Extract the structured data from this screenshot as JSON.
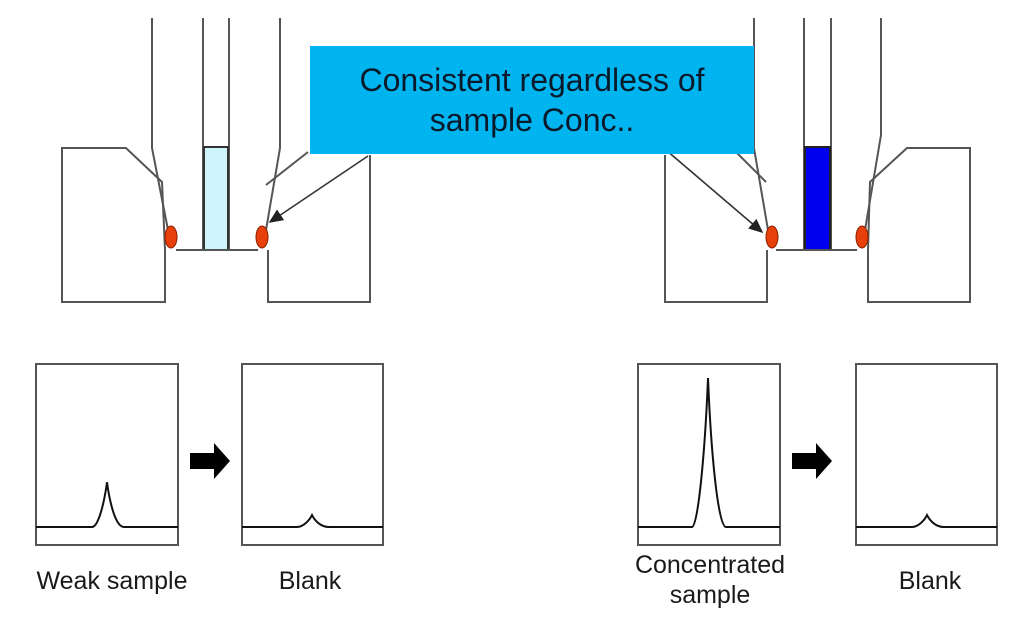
{
  "callout": {
    "line1": "Consistent regardless of",
    "line2": "sample Conc..",
    "color": "#00b4f0"
  },
  "injectors": [
    {
      "name": "left",
      "sample_fill": "#ccf4fa",
      "description": "weak sample (light)"
    },
    {
      "name": "right",
      "sample_fill": "#0000ee",
      "description": "concentrated sample (dark)"
    }
  ],
  "seal_color": "#e8400a",
  "chromatograms": [
    {
      "label": "Weak sample",
      "peak_height": 0.3
    },
    {
      "label": "Blank",
      "peak_height": 0.08
    },
    {
      "label": "Concentrated sample",
      "peak_height": 1.0
    },
    {
      "label": "Blank",
      "peak_height": 0.08
    }
  ],
  "labels": {
    "weak": "Weak sample",
    "blank1": "Blank",
    "conc": "Concentrated\nsample",
    "blank2": "Blank"
  },
  "icons": [
    "right-arrow-icon",
    "right-arrow-icon"
  ]
}
